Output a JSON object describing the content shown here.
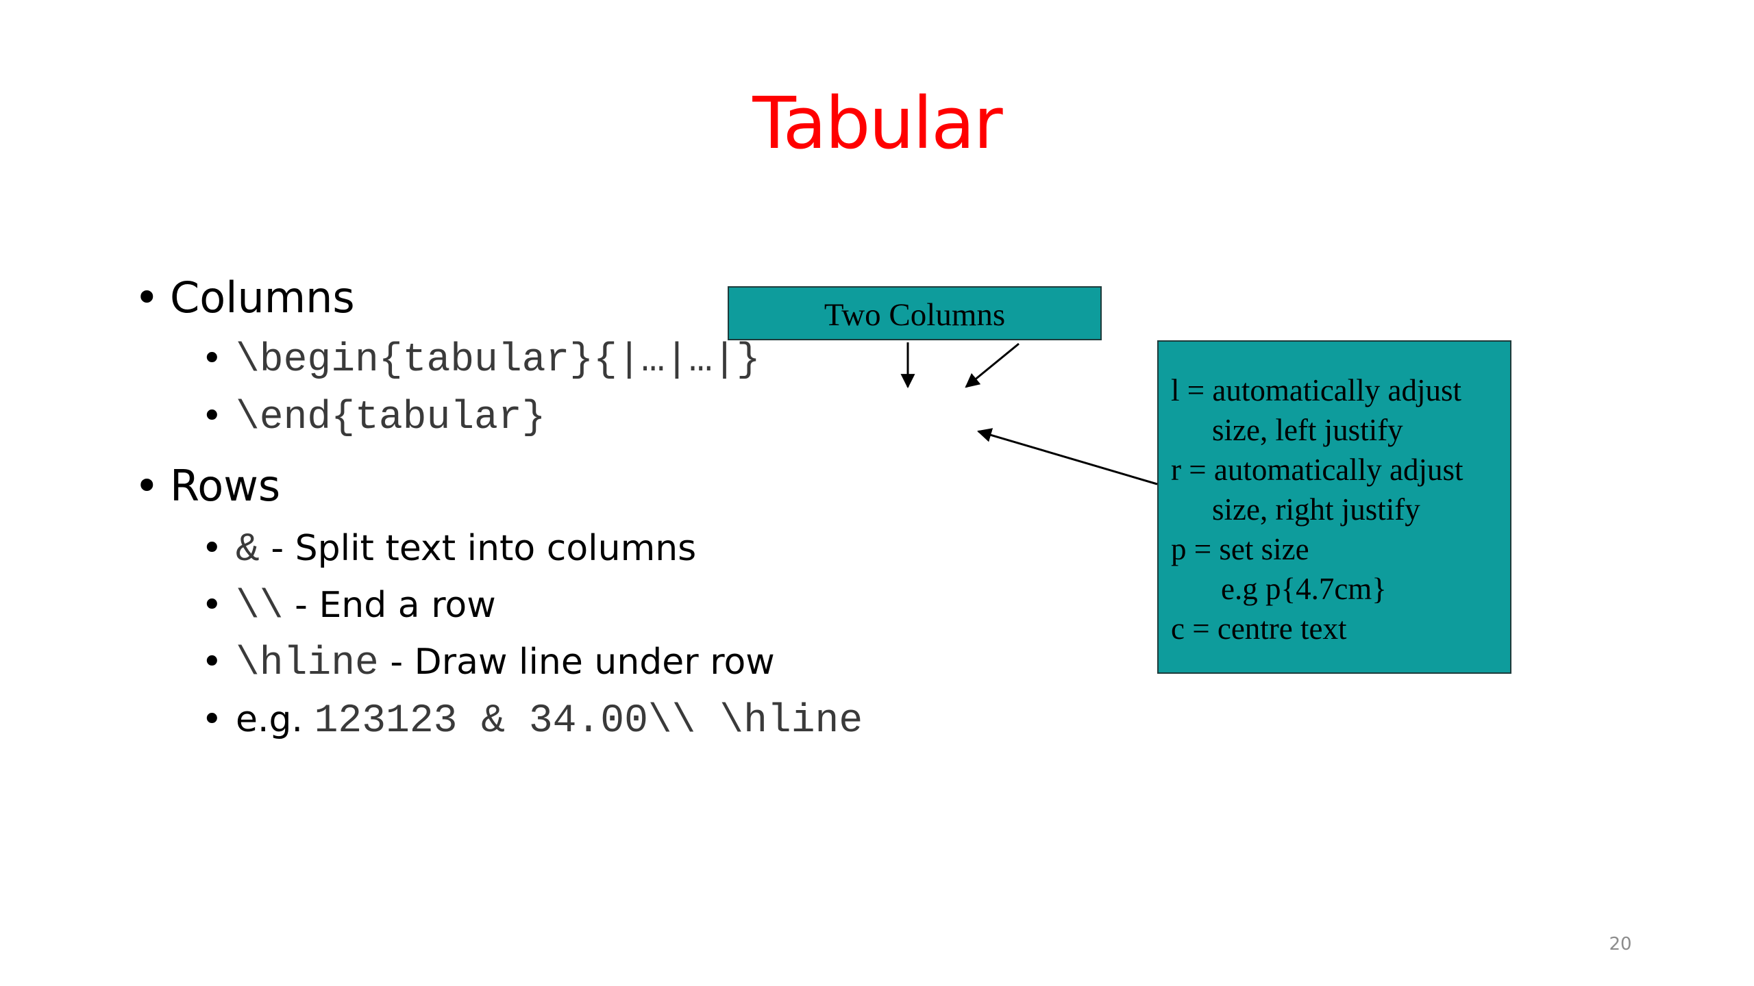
{
  "title": "Tabular",
  "colors": {
    "title": "#ff0000",
    "box_fill": "#0e9c9c",
    "box_border": "#1e3a3a",
    "code_text": "#3a3a3a",
    "page_number": "#8c8c8c"
  },
  "bullets": {
    "columns": {
      "label": "Columns",
      "items": [
        {
          "code": "\\begin{tabular}{|…|…|}"
        },
        {
          "code": "\\end{tabular}"
        }
      ]
    },
    "rows": {
      "label": "Rows",
      "items": [
        {
          "code": "&",
          "text": " - Split text into columns"
        },
        {
          "code": "\\\\",
          "text": " - End a row"
        },
        {
          "code": "\\hline",
          "text": " - Draw line under row"
        },
        {
          "text": "e.g. ",
          "code": "123123 & 34.00\\\\ \\hline"
        }
      ]
    }
  },
  "callout_two_columns": "Two Columns",
  "legend": {
    "lines": [
      "l = automatically adjust",
      "size, left justify",
      "r = automatically adjust",
      "size, right justify",
      "p = set size",
      "e.g p{4.7cm}",
      "c = centre text"
    ]
  },
  "page_number": "20"
}
